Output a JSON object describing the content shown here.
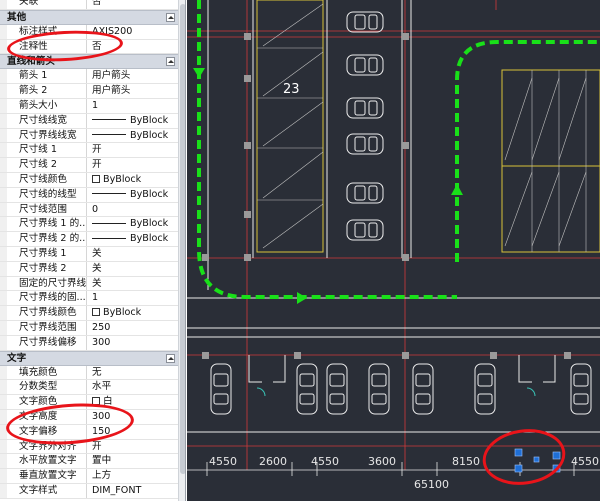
{
  "properties": {
    "rows": [
      {
        "kind": "row",
        "label": "关联",
        "value": "否"
      },
      {
        "kind": "section",
        "title": "其他"
      },
      {
        "kind": "row",
        "label": "标注样式",
        "value": "AXIS200"
      },
      {
        "kind": "row",
        "label": "注释性",
        "value": "否"
      },
      {
        "kind": "section",
        "title": "直线和箭头"
      },
      {
        "kind": "row",
        "label": "箭头 1",
        "value": "用户箭头"
      },
      {
        "kind": "row",
        "label": "箭头 2",
        "value": "用户箭头"
      },
      {
        "kind": "row",
        "label": "箭头大小",
        "value": "1"
      },
      {
        "kind": "row",
        "label": "尺寸线线宽",
        "value": "ByBlock",
        "sample": "line"
      },
      {
        "kind": "row",
        "label": "尺寸界线线宽",
        "value": "ByBlock",
        "sample": "line"
      },
      {
        "kind": "row",
        "label": "尺寸线 1",
        "value": "开"
      },
      {
        "kind": "row",
        "label": "尺寸线 2",
        "value": "开"
      },
      {
        "kind": "row",
        "label": "尺寸线颜色",
        "value": "ByBlock",
        "sample": "color"
      },
      {
        "kind": "row",
        "label": "尺寸线的线型",
        "value": "ByBlock",
        "sample": "line"
      },
      {
        "kind": "row",
        "label": "尺寸线范围",
        "value": "0"
      },
      {
        "kind": "row",
        "label": "尺寸界线 1 的...",
        "value": "ByBlock",
        "sample": "line"
      },
      {
        "kind": "row",
        "label": "尺寸界线 2 的...",
        "value": "ByBlock",
        "sample": "line"
      },
      {
        "kind": "row",
        "label": "尺寸界线 1",
        "value": "关"
      },
      {
        "kind": "row",
        "label": "尺寸界线 2",
        "value": "关"
      },
      {
        "kind": "row",
        "label": "固定的尺寸界线",
        "value": "关"
      },
      {
        "kind": "row",
        "label": "尺寸界线的固...",
        "value": "1"
      },
      {
        "kind": "row",
        "label": "尺寸界线颜色",
        "value": "ByBlock",
        "sample": "color"
      },
      {
        "kind": "row",
        "label": "尺寸界线范围",
        "value": "250"
      },
      {
        "kind": "row",
        "label": "尺寸界线偏移",
        "value": "300"
      },
      {
        "kind": "section",
        "title": "文字"
      },
      {
        "kind": "row",
        "label": "填充颜色",
        "value": "无"
      },
      {
        "kind": "row",
        "label": "分数类型",
        "value": "水平"
      },
      {
        "kind": "row",
        "label": "文字颜色",
        "value": "白",
        "sample": "color"
      },
      {
        "kind": "row",
        "label": "文字高度",
        "value": "300"
      },
      {
        "kind": "row",
        "label": "文字偏移",
        "value": "150"
      },
      {
        "kind": "row",
        "label": "文字界外对齐",
        "value": "开"
      },
      {
        "kind": "row",
        "label": "水平放置文字",
        "value": "置中"
      },
      {
        "kind": "row",
        "label": "垂直放置文字",
        "value": "上方"
      },
      {
        "kind": "row",
        "label": "文字样式",
        "value": "DIM_FONT"
      }
    ]
  },
  "drawing": {
    "lot_number": "23",
    "dimensions": [
      "4550",
      "2600",
      "4550",
      "3600",
      "8150",
      "4550"
    ],
    "total_dimension": "65100",
    "colors": {
      "background": "#2a2e37",
      "route": "#19e019",
      "annotation": "#e8141a",
      "grip": "#1f6fd6"
    }
  }
}
